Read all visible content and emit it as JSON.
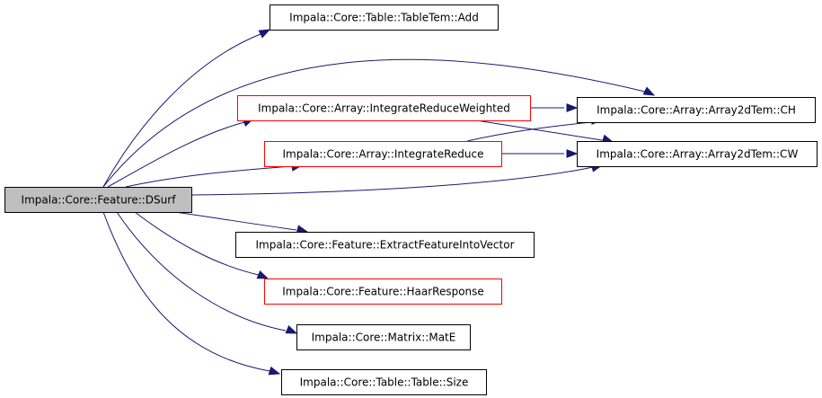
{
  "colors": {
    "edge": "#191970",
    "border_default": "#000000",
    "border_highlight": "#ff0000",
    "fill_root": "#bfbfbf",
    "fill_default": "#ffffff"
  },
  "nodes": [
    {
      "id": "dsurf",
      "label": "Impala::Core::Feature::DSurf",
      "style": "root"
    },
    {
      "id": "add",
      "label": "Impala::Core::Table::TableTem::Add",
      "style": "default"
    },
    {
      "id": "irw",
      "label": "Impala::Core::Array::IntegrateReduceWeighted",
      "style": "highlight"
    },
    {
      "id": "ir",
      "label": "Impala::Core::Array::IntegrateReduce",
      "style": "highlight"
    },
    {
      "id": "ch",
      "label": "Impala::Core::Array::Array2dTem::CH",
      "style": "default"
    },
    {
      "id": "cw",
      "label": "Impala::Core::Array::Array2dTem::CW",
      "style": "default"
    },
    {
      "id": "efiv",
      "label": "Impala::Core::Feature::ExtractFeatureIntoVector",
      "style": "default"
    },
    {
      "id": "haar",
      "label": "Impala::Core::Feature::HaarResponse",
      "style": "highlight"
    },
    {
      "id": "mate",
      "label": "Impala::Core::Matrix::MatE",
      "style": "default"
    },
    {
      "id": "size",
      "label": "Impala::Core::Table::Table::Size",
      "style": "default"
    }
  ],
  "edges": [
    {
      "from": "dsurf",
      "to": "add"
    },
    {
      "from": "dsurf",
      "to": "ch"
    },
    {
      "from": "dsurf",
      "to": "irw"
    },
    {
      "from": "dsurf",
      "to": "ir"
    },
    {
      "from": "dsurf",
      "to": "cw"
    },
    {
      "from": "dsurf",
      "to": "efiv"
    },
    {
      "from": "dsurf",
      "to": "haar"
    },
    {
      "from": "dsurf",
      "to": "mate"
    },
    {
      "from": "dsurf",
      "to": "size"
    },
    {
      "from": "irw",
      "to": "ch"
    },
    {
      "from": "irw",
      "to": "cw"
    },
    {
      "from": "ir",
      "to": "ch"
    },
    {
      "from": "ir",
      "to": "cw"
    }
  ]
}
